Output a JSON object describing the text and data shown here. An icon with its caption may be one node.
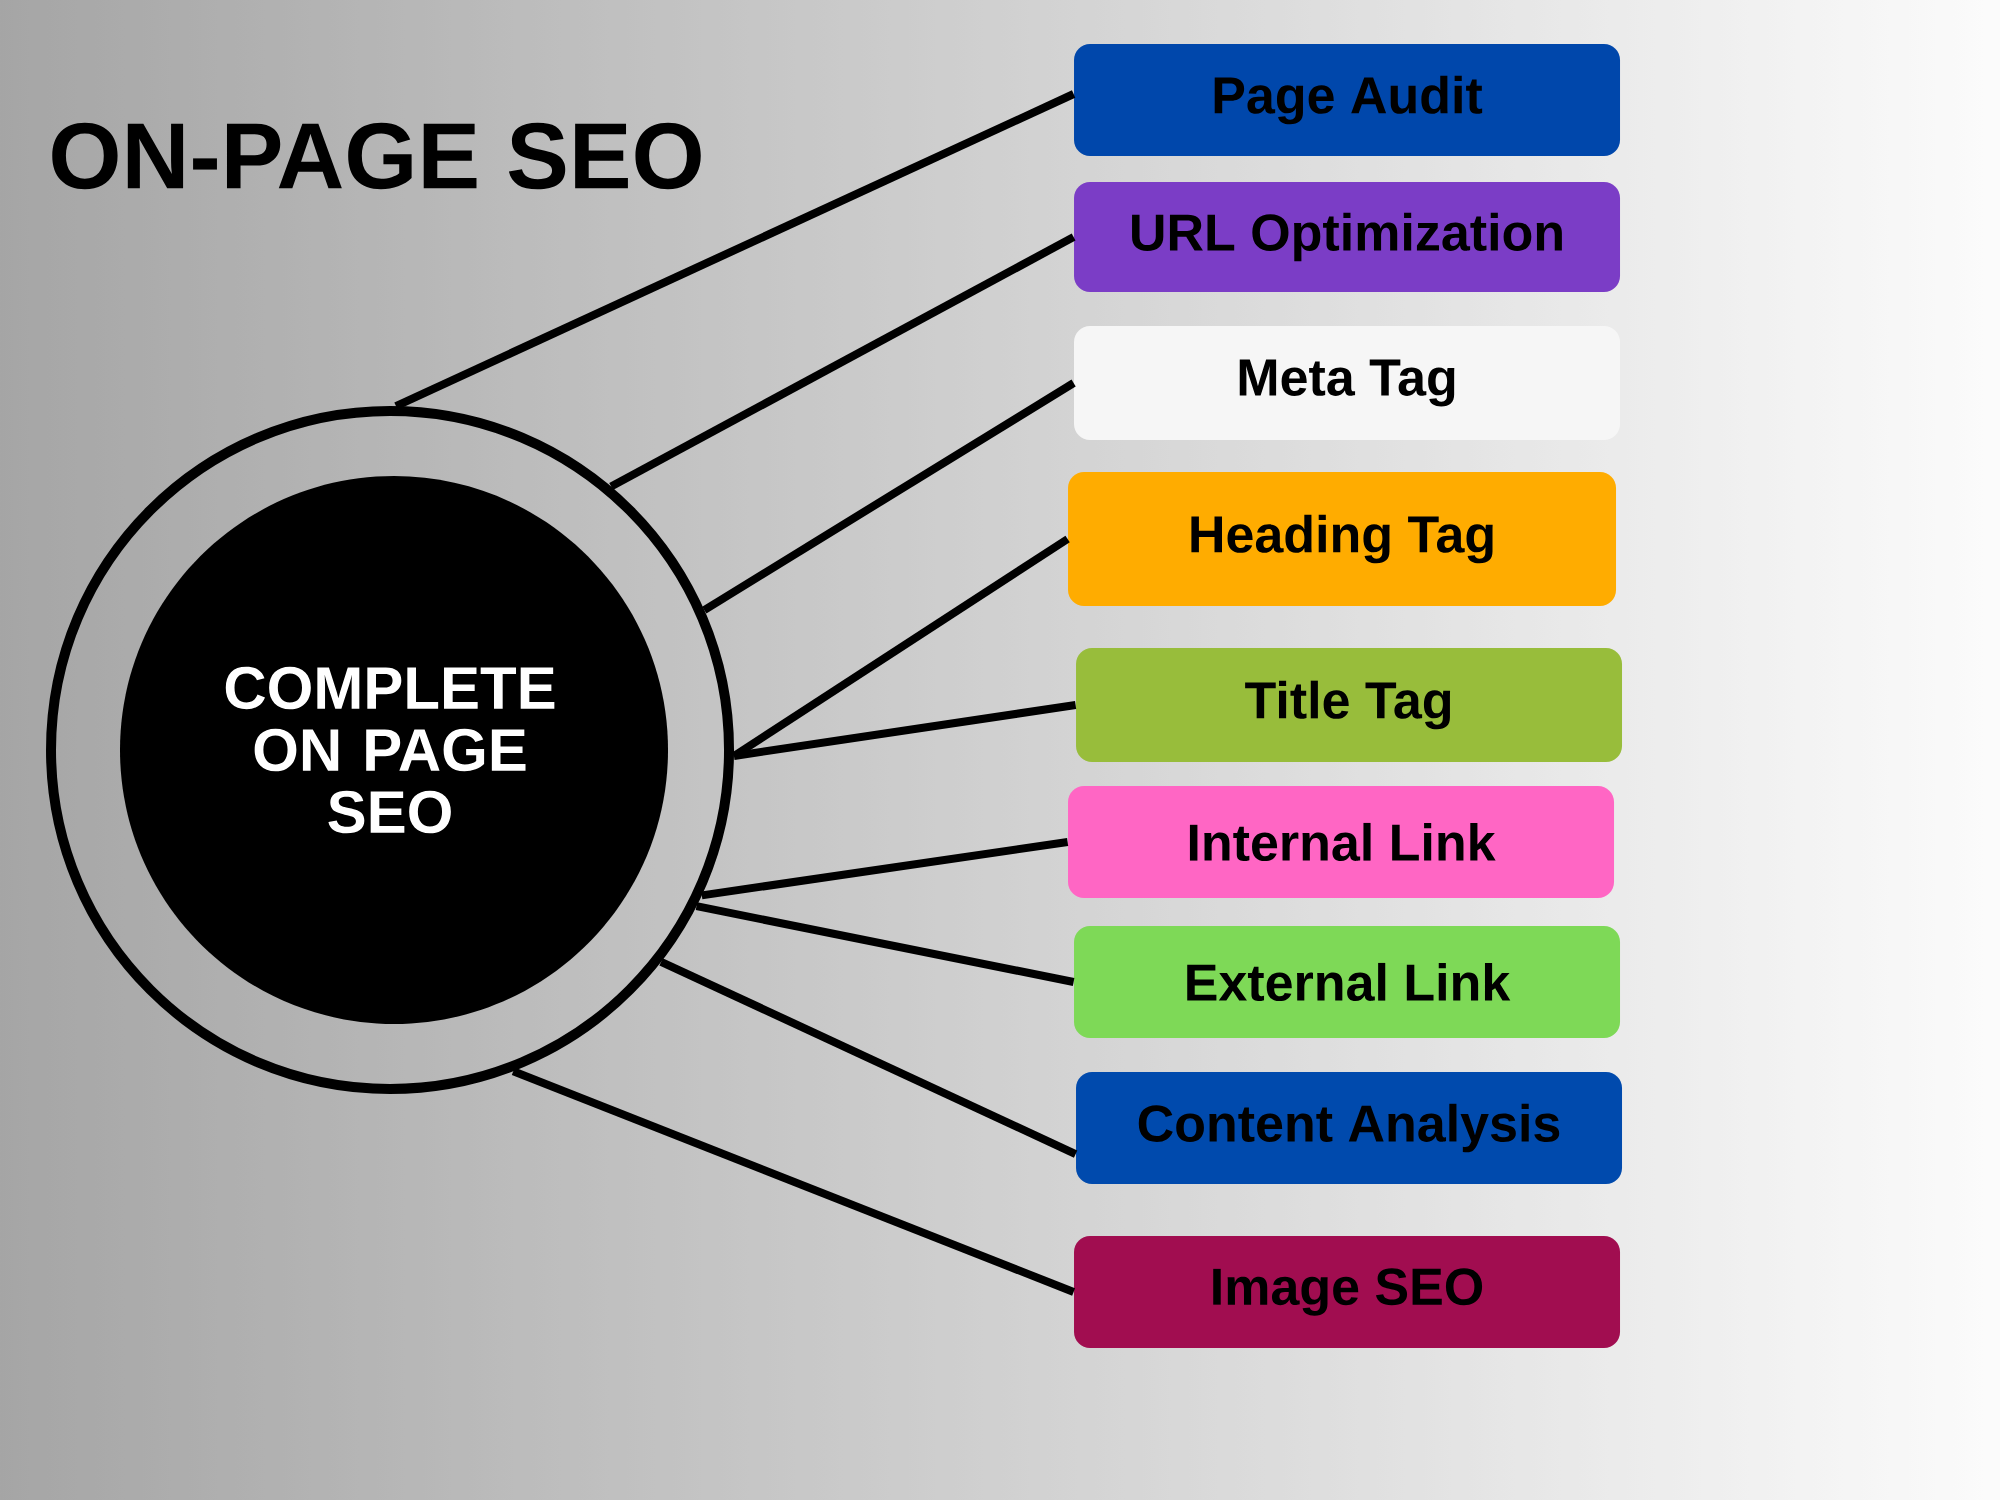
{
  "diagram": {
    "title": "ON-PAGE SEO",
    "nodes": [
      {
        "text": [
          "COMPLETE ON PAGE SEO"
        ]
      },
      {
        "text": [
          "Page Audit"
        ]
      },
      {
        "text": [
          "URL Optimization"
        ]
      },
      {
        "text": [
          "Meta Tag"
        ]
      },
      {
        "text": [
          "Heading Tag"
        ]
      },
      {
        "text": [
          "Title Tag"
        ]
      },
      {
        "text": [
          "Internal Link"
        ]
      },
      {
        "text": [
          "External Link"
        ]
      },
      {
        "text": [
          "Content Analysis"
        ]
      },
      {
        "text": [
          "Image SEO"
        ]
      }
    ],
    "edges": [
      {
        "from": 0,
        "to": 1,
        "arrow": "none"
      },
      {
        "from": 0,
        "to": 2,
        "arrow": "none"
      },
      {
        "from": 0,
        "to": 3,
        "arrow": "none"
      },
      {
        "from": 0,
        "to": 4,
        "arrow": "none"
      },
      {
        "from": 0,
        "to": 5,
        "arrow": "none"
      },
      {
        "from": 0,
        "to": 6,
        "arrow": "none"
      },
      {
        "from": 0,
        "to": 7,
        "arrow": "none"
      },
      {
        "from": 0,
        "to": 8,
        "arrow": "none"
      },
      {
        "from": 0,
        "to": 9,
        "arrow": "none"
      }
    ]
  }
}
